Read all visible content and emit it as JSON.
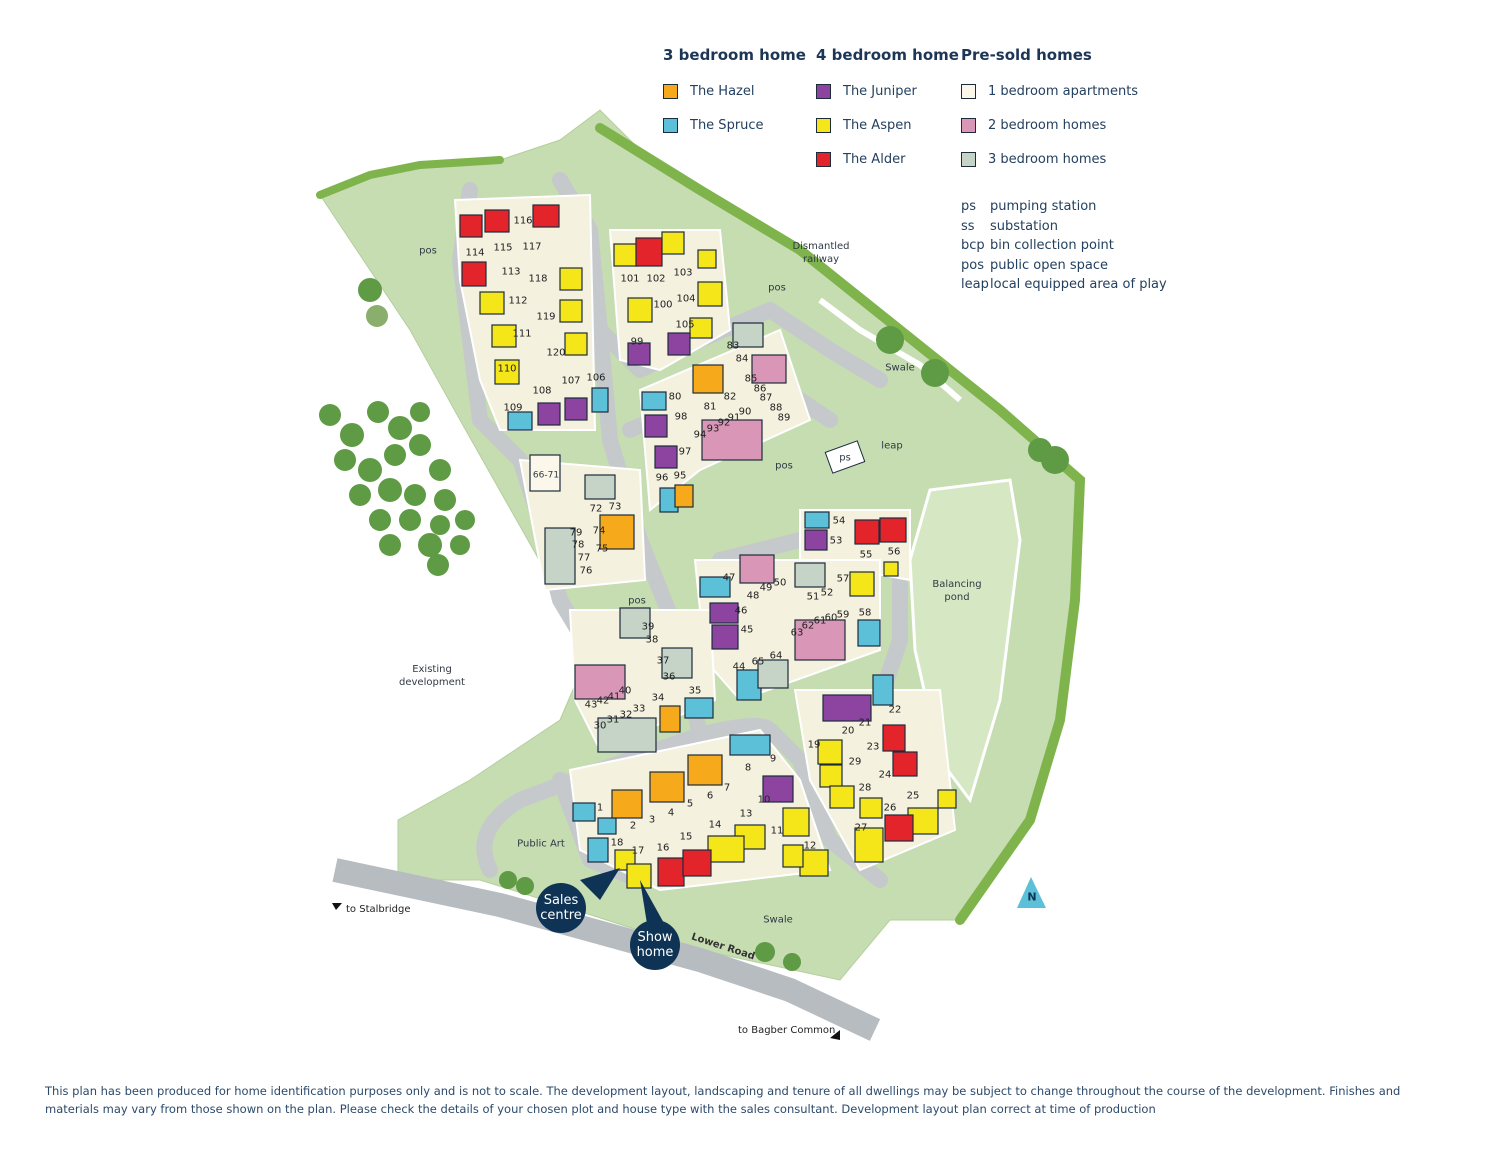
{
  "legend": {
    "three_bed": {
      "heading": "3 bedroom home",
      "items": [
        {
          "label": "The Hazel",
          "color": "#f6a91b"
        },
        {
          "label": "The Spruce",
          "color": "#5bc0d8"
        }
      ]
    },
    "four_bed": {
      "heading": "4 bedroom home",
      "items": [
        {
          "label": "The Juniper",
          "color": "#8c44a0"
        },
        {
          "label": "The Aspen",
          "color": "#f5e61a"
        },
        {
          "label": "The Alder",
          "color": "#e4242b"
        }
      ]
    },
    "pre_sold": {
      "heading": "Pre-sold homes",
      "items": [
        {
          "label": "1 bedroom apartments",
          "color": "#fbf7ea"
        },
        {
          "label": "2 bedroom homes",
          "color": "#d996b6"
        },
        {
          "label": "3 bedroom homes",
          "color": "#c5d4c6"
        }
      ]
    },
    "abbreviations": [
      {
        "key": "ps",
        "value": "pumping station"
      },
      {
        "key": "ss",
        "value": "substation"
      },
      {
        "key": "bcp",
        "value": "bin collection point"
      },
      {
        "key": "pos",
        "value": "public open space"
      },
      {
        "key": "leap",
        "value": "local equipped area of play"
      }
    ]
  },
  "map": {
    "labels": {
      "pos_1": "pos",
      "pos_2": "pos",
      "pos_3": "pos",
      "pos_4": "pos",
      "dismantled_railway": "Dismantled railway",
      "swale_1": "Swale",
      "swale_2": "Swale",
      "leap": "leap",
      "ps": "ps",
      "balancing_pond": "Balancing pond",
      "existing_development": "Existing development",
      "public_art": "Public Art",
      "lower_road": "Lower Road",
      "to_stalbridge": "to Stalbridge",
      "to_bagber_common": "to Bagber Common",
      "north": "N",
      "apartments": "66-71"
    },
    "badges": {
      "sales_centre": "Sales centre",
      "show_home": "Show home"
    },
    "plots": [
      "1",
      "2",
      "3",
      "4",
      "5",
      "6",
      "7",
      "8",
      "9",
      "10",
      "11",
      "12",
      "13",
      "14",
      "15",
      "16",
      "17",
      "18",
      "19",
      "20",
      "21",
      "22",
      "23",
      "24",
      "25",
      "26",
      "27",
      "28",
      "29",
      "30",
      "31",
      "32",
      "33",
      "34",
      "35",
      "36",
      "37",
      "38",
      "39",
      "40",
      "41",
      "42",
      "43",
      "44",
      "45",
      "46",
      "47",
      "48",
      "49",
      "50",
      "51",
      "52",
      "53",
      "54",
      "55",
      "56",
      "57",
      "58",
      "59",
      "60",
      "61",
      "62",
      "63",
      "64",
      "65",
      "72",
      "73",
      "74",
      "75",
      "76",
      "77",
      "78",
      "79",
      "80",
      "81",
      "82",
      "83",
      "84",
      "85",
      "86",
      "87",
      "88",
      "89",
      "90",
      "91",
      "92",
      "93",
      "94",
      "95",
      "96",
      "97",
      "98",
      "99",
      "100",
      "101",
      "102",
      "103",
      "104",
      "105",
      "106",
      "107",
      "108",
      "109",
      "110",
      "111",
      "112",
      "113",
      "114",
      "115",
      "116",
      "117",
      "118",
      "119",
      "120"
    ]
  },
  "disclaimer": "This plan has been produced for home identification purposes only and is not to scale. The development layout, landscaping and tenure of all dwellings may be subject to change throughout the course of the development. Finishes and materials may vary from those shown on the plan. Please check the details of your chosen plot and house type with the sales consultant. Development layout plan correct at time of production"
}
